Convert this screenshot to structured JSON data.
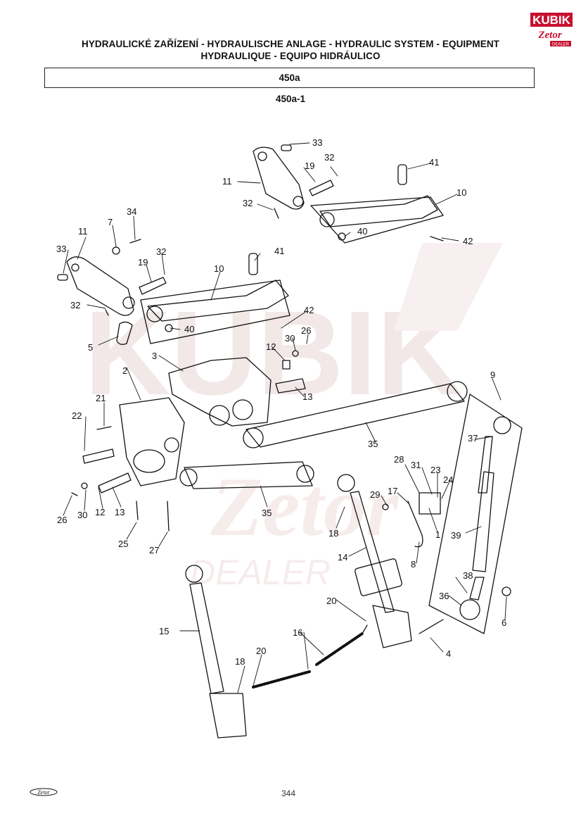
{
  "header": {
    "title_line1": "HYDRAULICKÉ ZAŘÍZENÍ - HYDRAULISCHE ANLAGE - HYDRAULIC SYSTEM - EQUIPMENT",
    "title_line2": "HYDRAULIQUE - EQUIPO HIDRÁULICO"
  },
  "section": {
    "code": "450a",
    "subsection": "450a-1"
  },
  "logo": {
    "brand": "KUBIK",
    "sub_brand": "Zetor",
    "tag": "DEALER"
  },
  "watermark": {
    "text": "KUBIK",
    "sub_brand": "Zetor",
    "tag": "DEALER"
  },
  "callouts": {
    "c1": "1",
    "c2": "2",
    "c3": "3",
    "c4": "4",
    "c5": "5",
    "c6": "6",
    "c7": "7",
    "c8": "8",
    "c9": "9",
    "c10a": "10",
    "c10b": "10",
    "c11a": "11",
    "c11b": "11",
    "c12a": "12",
    "c12b": "12",
    "c13a": "13",
    "c13b": "13",
    "c14": "14",
    "c15": "15",
    "c16": "16",
    "c17": "17",
    "c18a": "18",
    "c18b": "18",
    "c19a": "19",
    "c19b": "19",
    "c20a": "20",
    "c20b": "20",
    "c21": "21",
    "c22": "22",
    "c23": "23",
    "c24": "24",
    "c25": "25",
    "c26a": "26",
    "c26b": "26",
    "c27": "27",
    "c28": "28",
    "c29": "29",
    "c30a": "30",
    "c30b": "30",
    "c31": "31",
    "c32a": "32",
    "c32b": "32",
    "c32c": "32",
    "c32d": "32",
    "c33a": "33",
    "c33b": "33",
    "c34": "34",
    "c35a": "35",
    "c35b": "35",
    "c36": "36",
    "c37": "37",
    "c38": "38",
    "c39": "39",
    "c40a": "40",
    "c40b": "40",
    "c41a": "41",
    "c41b": "41",
    "c42a": "42",
    "c42b": "42"
  },
  "footer": {
    "brand": "Zetor",
    "page_number": "344"
  },
  "colors": {
    "ink": "#111111",
    "watermark": "#e9d6d6",
    "logo_red": "#c8102e"
  }
}
